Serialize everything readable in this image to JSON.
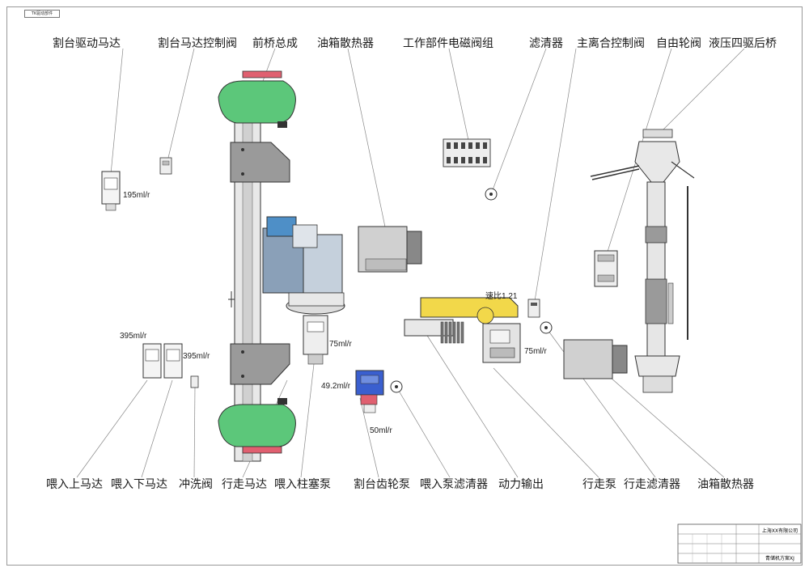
{
  "corner_tag": "TK驱动部件",
  "top_labels": [
    {
      "id": "header-drive-motor",
      "text": "割台驱动马达"
    },
    {
      "id": "motor-control-valve",
      "text": "割台马达控制阀"
    },
    {
      "id": "front-axle",
      "text": "前桥总成"
    },
    {
      "id": "oil-cooler-top",
      "text": "油箱散热器"
    },
    {
      "id": "solenoid-valve-group",
      "text": "工作部件电磁阀组"
    },
    {
      "id": "filter-top",
      "text": "滤清器"
    },
    {
      "id": "main-clutch-valve",
      "text": "主离合控制阀"
    },
    {
      "id": "freewheel-valve",
      "text": "自由轮阀"
    },
    {
      "id": "hydraulic-rear-axle",
      "text": "液压四驱后桥"
    }
  ],
  "bottom_labels": [
    {
      "id": "feed-upper-motor",
      "text": "喂入上马达"
    },
    {
      "id": "feed-lower-motor",
      "text": "喂入下马达"
    },
    {
      "id": "flush-valve",
      "text": "冲洗阀"
    },
    {
      "id": "travel-motor",
      "text": "行走马达"
    },
    {
      "id": "feed-piston-pump",
      "text": "喂入柱塞泵"
    },
    {
      "id": "header-gear-pump",
      "text": "割台齿轮泵"
    },
    {
      "id": "feed-pump-filter",
      "text": "喂入泵滤清器"
    },
    {
      "id": "power-output",
      "text": "动力输出"
    },
    {
      "id": "travel-pump",
      "text": "行走泵"
    },
    {
      "id": "travel-filter",
      "text": "行走滤清器"
    },
    {
      "id": "oil-cooler-bottom",
      "text": "油箱散热器"
    }
  ],
  "specs": {
    "header_motor_disp": "195ml/r",
    "feed_upper_disp": "395ml/r",
    "feed_lower_disp": "395ml/r",
    "travel_motor_disp": "75ml/r",
    "gear_pump_disp": "49.2ml/r",
    "feed_pump_disp": "50ml/r",
    "gear_ratio": "速比1.21",
    "travel_pump_disp": "75ml/r"
  },
  "title_block": {
    "company": "上海XX有限公司",
    "drawing_title": "青储机方案XJ"
  },
  "colors": {
    "axle_green": "#5cc77a",
    "flange_pink": "#e06070",
    "gearbox_blue": "#4e8fc7",
    "pump_yellow": "#f2d84a",
    "plate_gray": "#9a9a9a",
    "cooler_gray": "#d0d0d0",
    "pump_blue": "#3a5fcf"
  }
}
